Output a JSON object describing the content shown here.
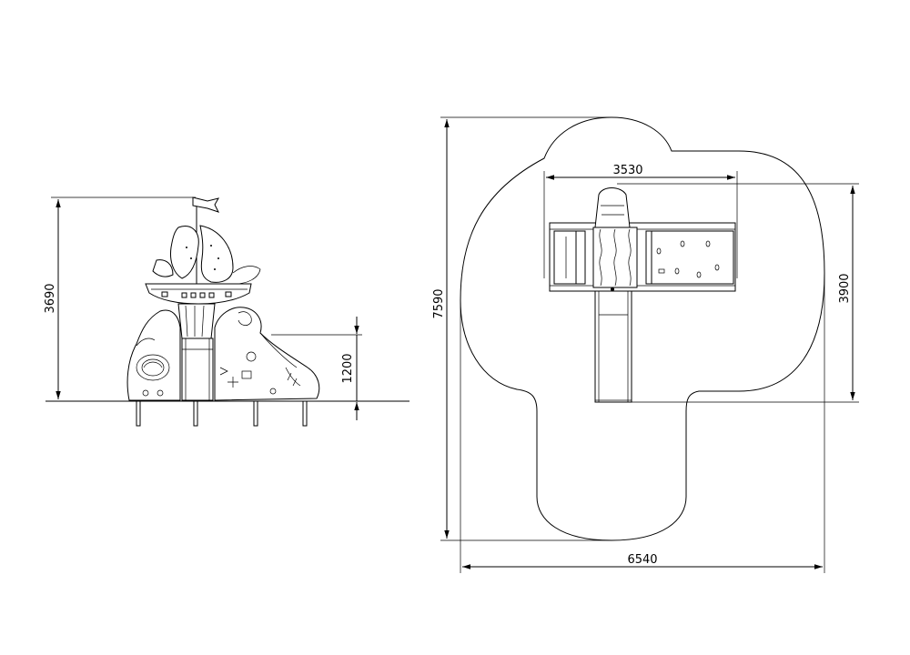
{
  "side_view": {
    "dimensions": {
      "total_height": "3690",
      "platform_height": "1200"
    }
  },
  "plan_view": {
    "dimensions": {
      "safety_zone_height": "7590",
      "safety_zone_width": "6540",
      "equipment_width": "3530",
      "equipment_depth": "3900"
    }
  }
}
